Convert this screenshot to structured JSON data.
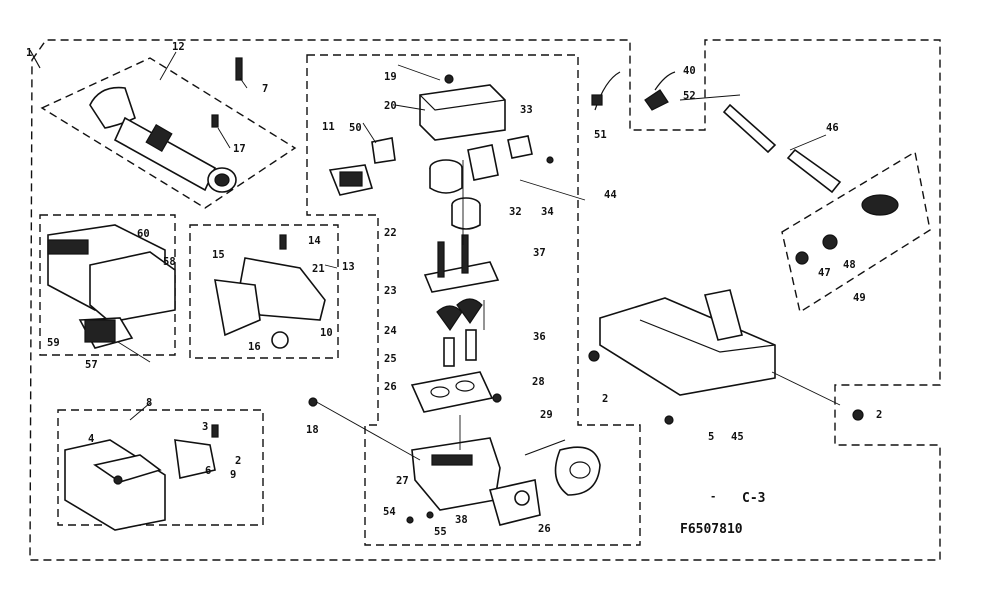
{
  "diagram": {
    "caption_prefix": "-",
    "caption": "C-3",
    "code": "F6507810",
    "part_numbers": [
      "1",
      "12",
      "7",
      "17",
      "60",
      "58",
      "59",
      "57",
      "14",
      "15",
      "21",
      "13",
      "16",
      "10",
      "8",
      "3",
      "4",
      "2",
      "6",
      "9",
      "18",
      "11",
      "50",
      "19",
      "20",
      "22",
      "33",
      "32",
      "34",
      "23",
      "37",
      "24",
      "36",
      "25",
      "26",
      "28",
      "27",
      "29",
      "54",
      "55",
      "38",
      "51",
      "40",
      "52",
      "46",
      "48",
      "47",
      "49",
      "5",
      "45",
      "44"
    ]
  },
  "colors": {
    "ink": "#111111",
    "paper": "#ffffff"
  }
}
